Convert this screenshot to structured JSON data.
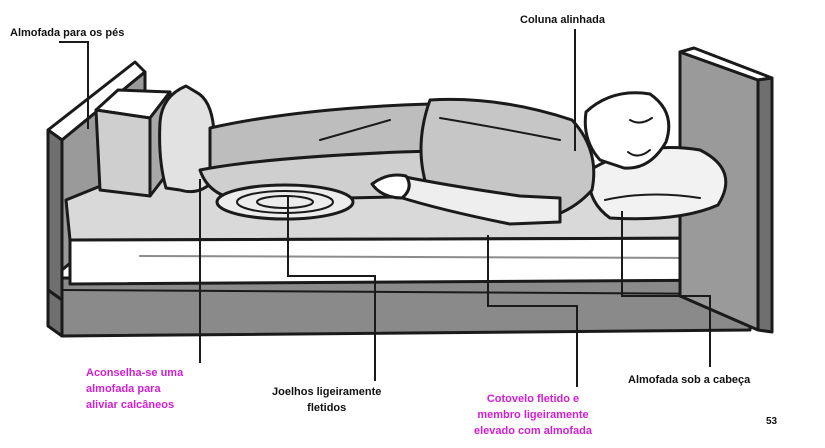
{
  "labels": {
    "feet_pillow": "Almofada para os pés",
    "spine_aligned": "Coluna alinhada",
    "heel_relief": [
      "Aconselha-se uma",
      "almofada para",
      "aliviar calcâneos"
    ],
    "knees_flexed": [
      "Joelhos ligeiramente",
      "fletidos"
    ],
    "elbow_flexed": [
      "Cotovelo fletido e",
      "membro ligeiramente",
      "elevado com almofada"
    ],
    "head_pillow": "Almofada sob a cabeça"
  },
  "page_number": "53",
  "colors": {
    "text": "#111111",
    "highlight_text": "#d11fd1",
    "outline": "#1a1a1a",
    "shade_dark": "#7c7c7c",
    "shade_mid": "#a9a9a9",
    "shade_light": "#d6d6d6",
    "paper": "#ffffff"
  }
}
